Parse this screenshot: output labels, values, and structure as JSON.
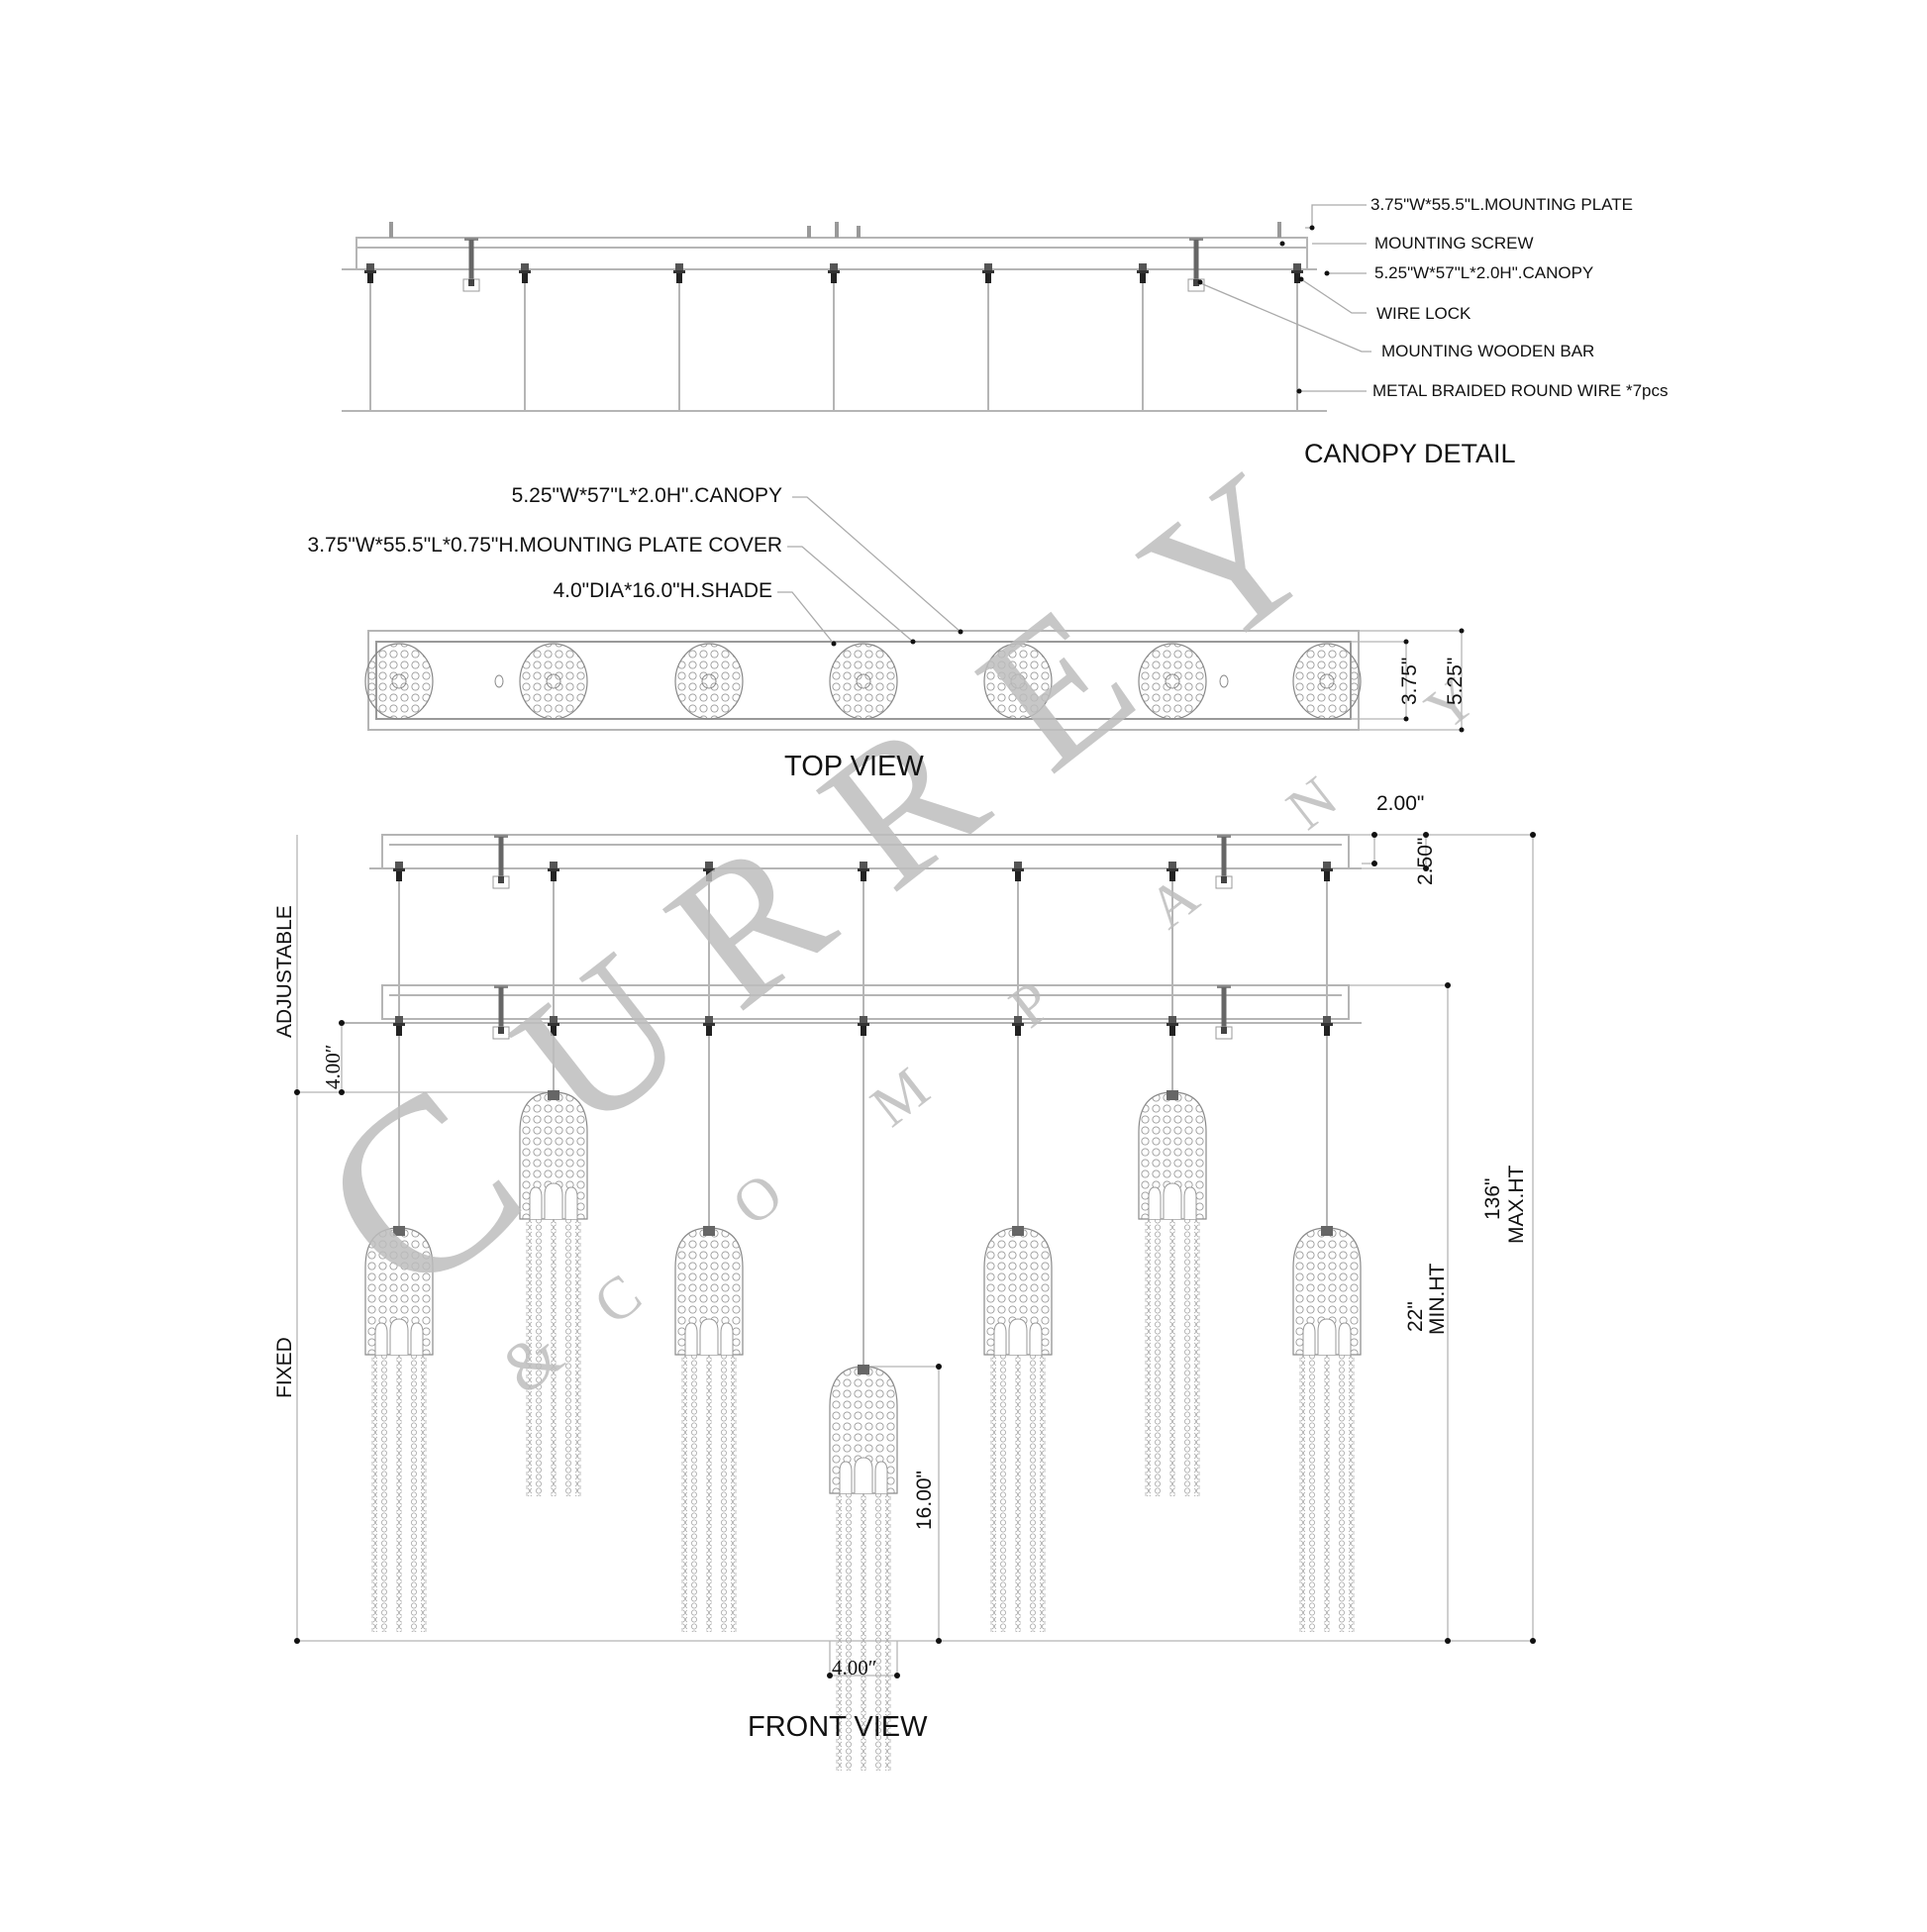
{
  "canopy_detail": {
    "title": "CANOPY DETAIL",
    "callouts": [
      "3.75\"W*55.5\"L.MOUNTING PLATE",
      "MOUNTING SCREW",
      "5.25\"W*57\"L*2.0H\".CANOPY",
      "WIRE LOCK",
      "MOUNTING  WOODEN BAR",
      "METAL BRAIDED ROUND WIRE *7pcs"
    ]
  },
  "top_view": {
    "title": "TOP VIEW",
    "callouts": [
      "5.25\"W*57\"L*2.0H\".CANOPY",
      "3.75\"W*55.5\"L*0.75\"H.MOUNTING PLATE COVER",
      "4.0\"DIA*16.0\"H.SHADE"
    ],
    "dimensions": {
      "inner_width": "3.75\"",
      "outer_width": "5.25\""
    },
    "shade_count": 7
  },
  "front_view": {
    "title": "FRONT VIEW",
    "side_labels": {
      "adjustable": "ADJUSTABLE",
      "fixed": "FIXED"
    },
    "dimensions": {
      "canopy_height": "2.00\"",
      "canopy_offset": "2.50\"",
      "top_offset": "4.00″",
      "shade_height": "16.00\"",
      "shade_diameter": "4.00″",
      "min_height_value": "22\"",
      "min_height_label": "MIN.HT",
      "max_height_value": "136\"",
      "max_height_label": "MAX.HT"
    }
  },
  "watermark": {
    "brand": "CURREY",
    "sub": "& COMPANY",
    "color": "#bdbdbd"
  },
  "colors": {
    "line": "#b5b5b5",
    "ink": "#111111",
    "dot": "#111111"
  }
}
